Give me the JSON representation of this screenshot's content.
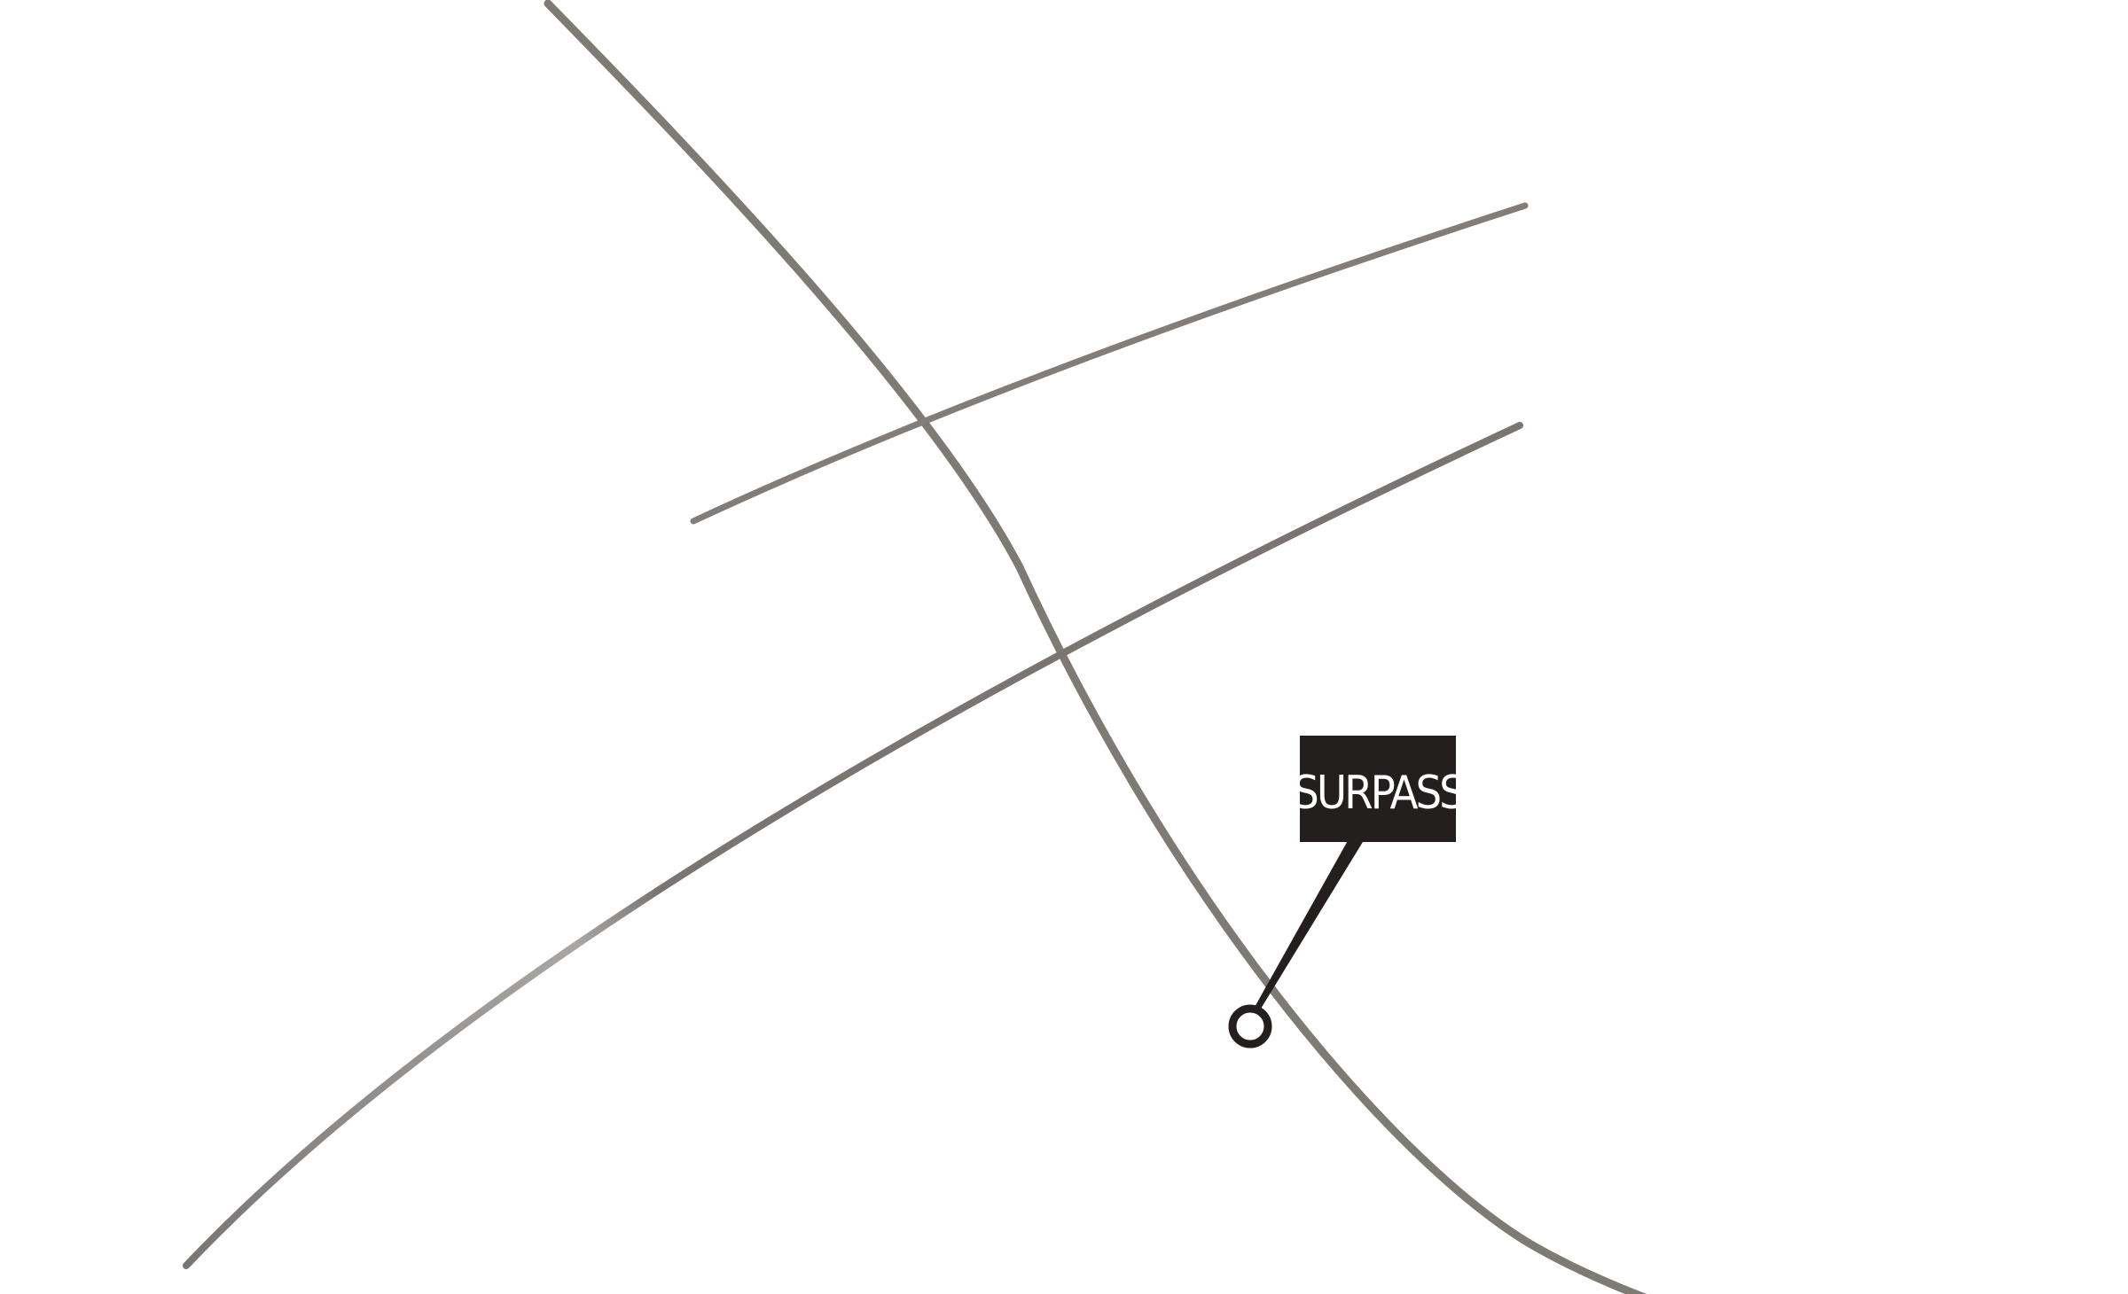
{
  "map": {
    "roads": [
      {
        "name": "road-diagonal-main",
        "color": "#7d7b74"
      },
      {
        "name": "road-upper-diagonal",
        "color": "#827d79"
      },
      {
        "name": "road-lower-diagonal",
        "color": "#7a7573"
      }
    ],
    "marker": {
      "label": "SURPASS",
      "label_bg_color": "#231f1e",
      "label_text_color": "#ffffff",
      "icon": "location-pin-icon"
    }
  }
}
